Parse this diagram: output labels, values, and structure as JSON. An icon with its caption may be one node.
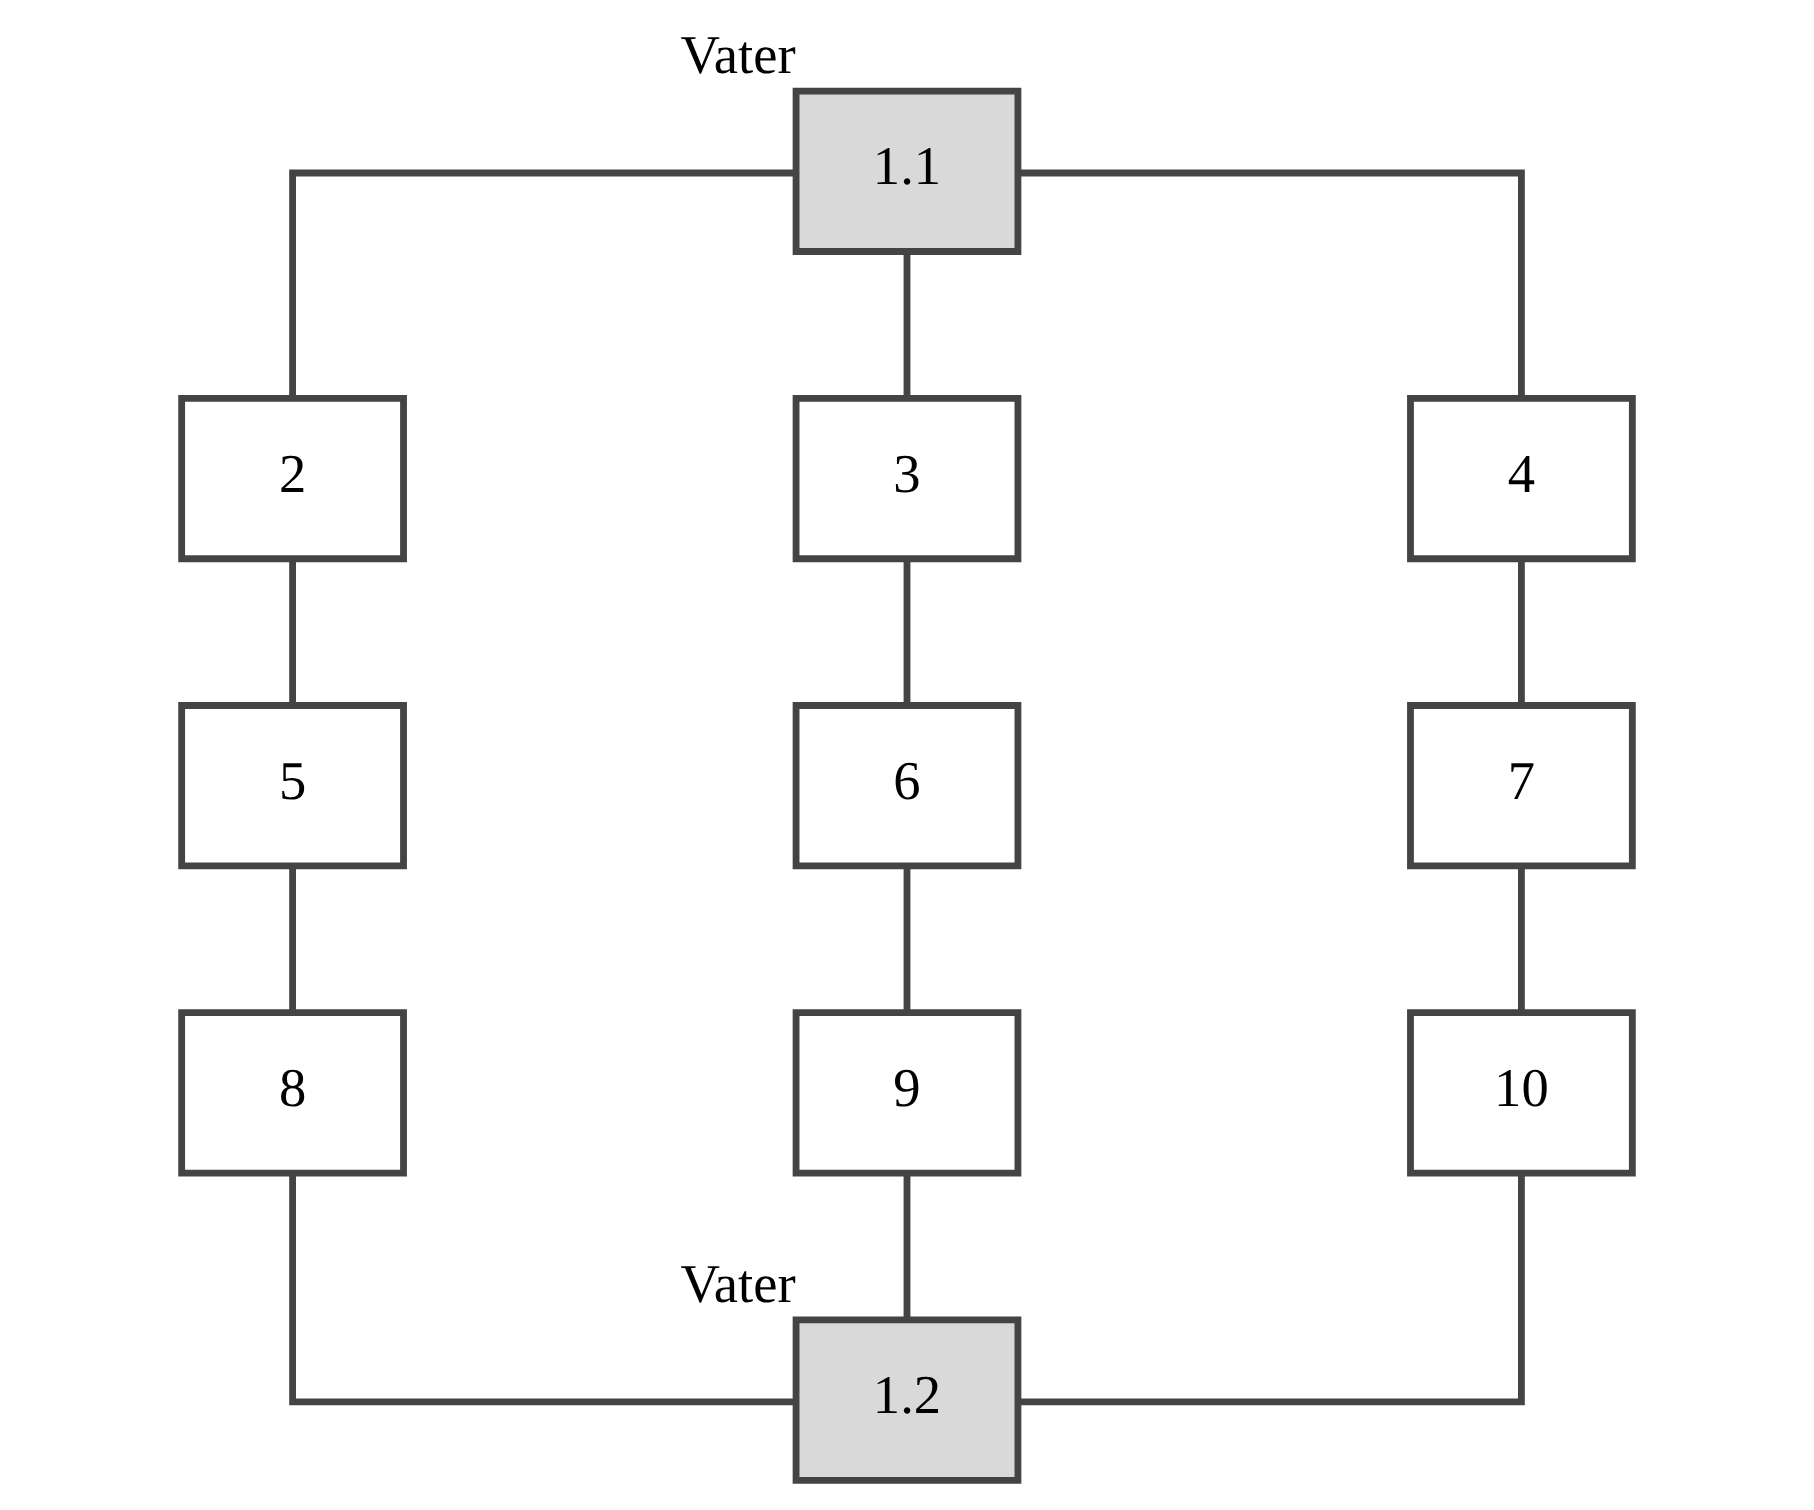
{
  "diagram": {
    "nodes": [
      {
        "text": [
          "1.1"
        ],
        "beside": [
          "Vater"
        ]
      },
      {
        "text": [
          "2"
        ]
      },
      {
        "text": [
          "3"
        ]
      },
      {
        "text": [
          "4"
        ]
      },
      {
        "text": [
          "5"
        ]
      },
      {
        "text": [
          "6"
        ]
      },
      {
        "text": [
          "7"
        ]
      },
      {
        "text": [
          "8"
        ]
      },
      {
        "text": [
          "9"
        ]
      },
      {
        "text": [
          "10"
        ]
      },
      {
        "text": [
          "1.2"
        ],
        "beside": [
          "Vater"
        ]
      }
    ],
    "edges": [
      {
        "from": 0,
        "to": 1,
        "arrow": "none"
      },
      {
        "from": 0,
        "to": 2,
        "arrow": "none"
      },
      {
        "from": 0,
        "to": 3,
        "arrow": "none"
      },
      {
        "from": 1,
        "to": 4,
        "arrow": "none"
      },
      {
        "from": 2,
        "to": 5,
        "arrow": "none"
      },
      {
        "from": 3,
        "to": 6,
        "arrow": "none"
      },
      {
        "from": 4,
        "to": 7,
        "arrow": "none"
      },
      {
        "from": 5,
        "to": 8,
        "arrow": "none"
      },
      {
        "from": 6,
        "to": 9,
        "arrow": "none"
      },
      {
        "from": 7,
        "to": 10,
        "arrow": "none"
      },
      {
        "from": 8,
        "to": 10,
        "arrow": "none"
      },
      {
        "from": 9,
        "to": 10,
        "arrow": "none"
      }
    ]
  }
}
